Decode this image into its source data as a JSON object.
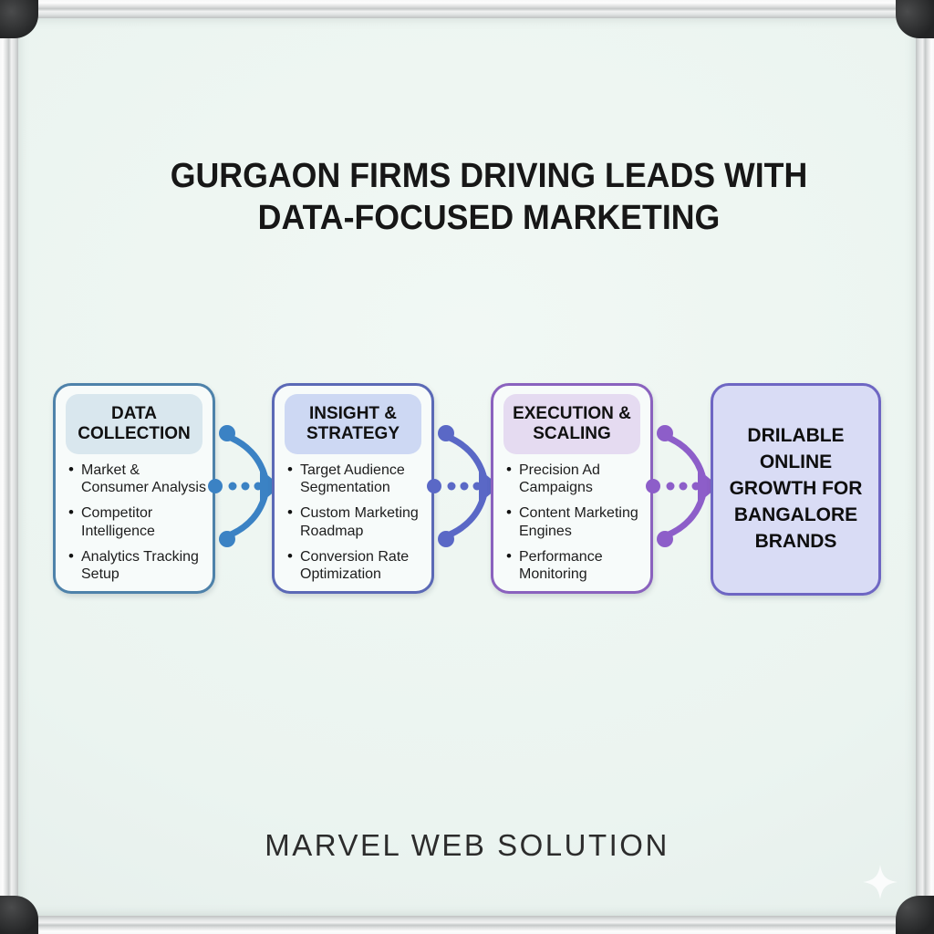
{
  "title": {
    "line1": "GURGAON FIRMS DRIVING LEADS WITH",
    "line2": "DATA-FOCUSED MARKETING"
  },
  "flow": {
    "stages": [
      {
        "header": "DATA COLLECTION",
        "items": [
          "Market & Consumer Analysis",
          "Competitor Intelligence",
          "Analytics Tracking Setup"
        ],
        "border_color": "#4e82aa",
        "header_bg": "#d9e7ee"
      },
      {
        "header": "INSIGHT & STRATEGY",
        "items": [
          "Target Audience Segmentation",
          "Custom Marketing Roadmap",
          "Conversion Rate Optimization"
        ],
        "border_color": "#5b69b6",
        "header_bg": "#cdd8f3"
      },
      {
        "header": "EXECUTION & SCALING",
        "items": [
          "Precision Ad Campaigns",
          "Content Marketing Engines",
          "Performance Monitoring"
        ],
        "border_color": "#8a62be",
        "header_bg": "#e5dbf1"
      }
    ],
    "outcome": {
      "label": "DRILABLE ONLINE GROWTH FOR BANGALORE BRANDS",
      "border_color": "#6e66c3",
      "bg": "#d9dcf5"
    },
    "arrows": [
      {
        "color": "#3b82c4"
      },
      {
        "color": "#5a68c6"
      },
      {
        "color": "#8d5ec9"
      }
    ]
  },
  "footer": {
    "brand": "MARVEL WEB SOLUTION"
  },
  "decorations": {
    "sparkle_icon": "✦"
  },
  "colors": {
    "board_bg": "#ebf4f0",
    "frame_silver": "#d9dcdc",
    "corner_black": "#2a2b2c",
    "title_text": "#171717"
  }
}
